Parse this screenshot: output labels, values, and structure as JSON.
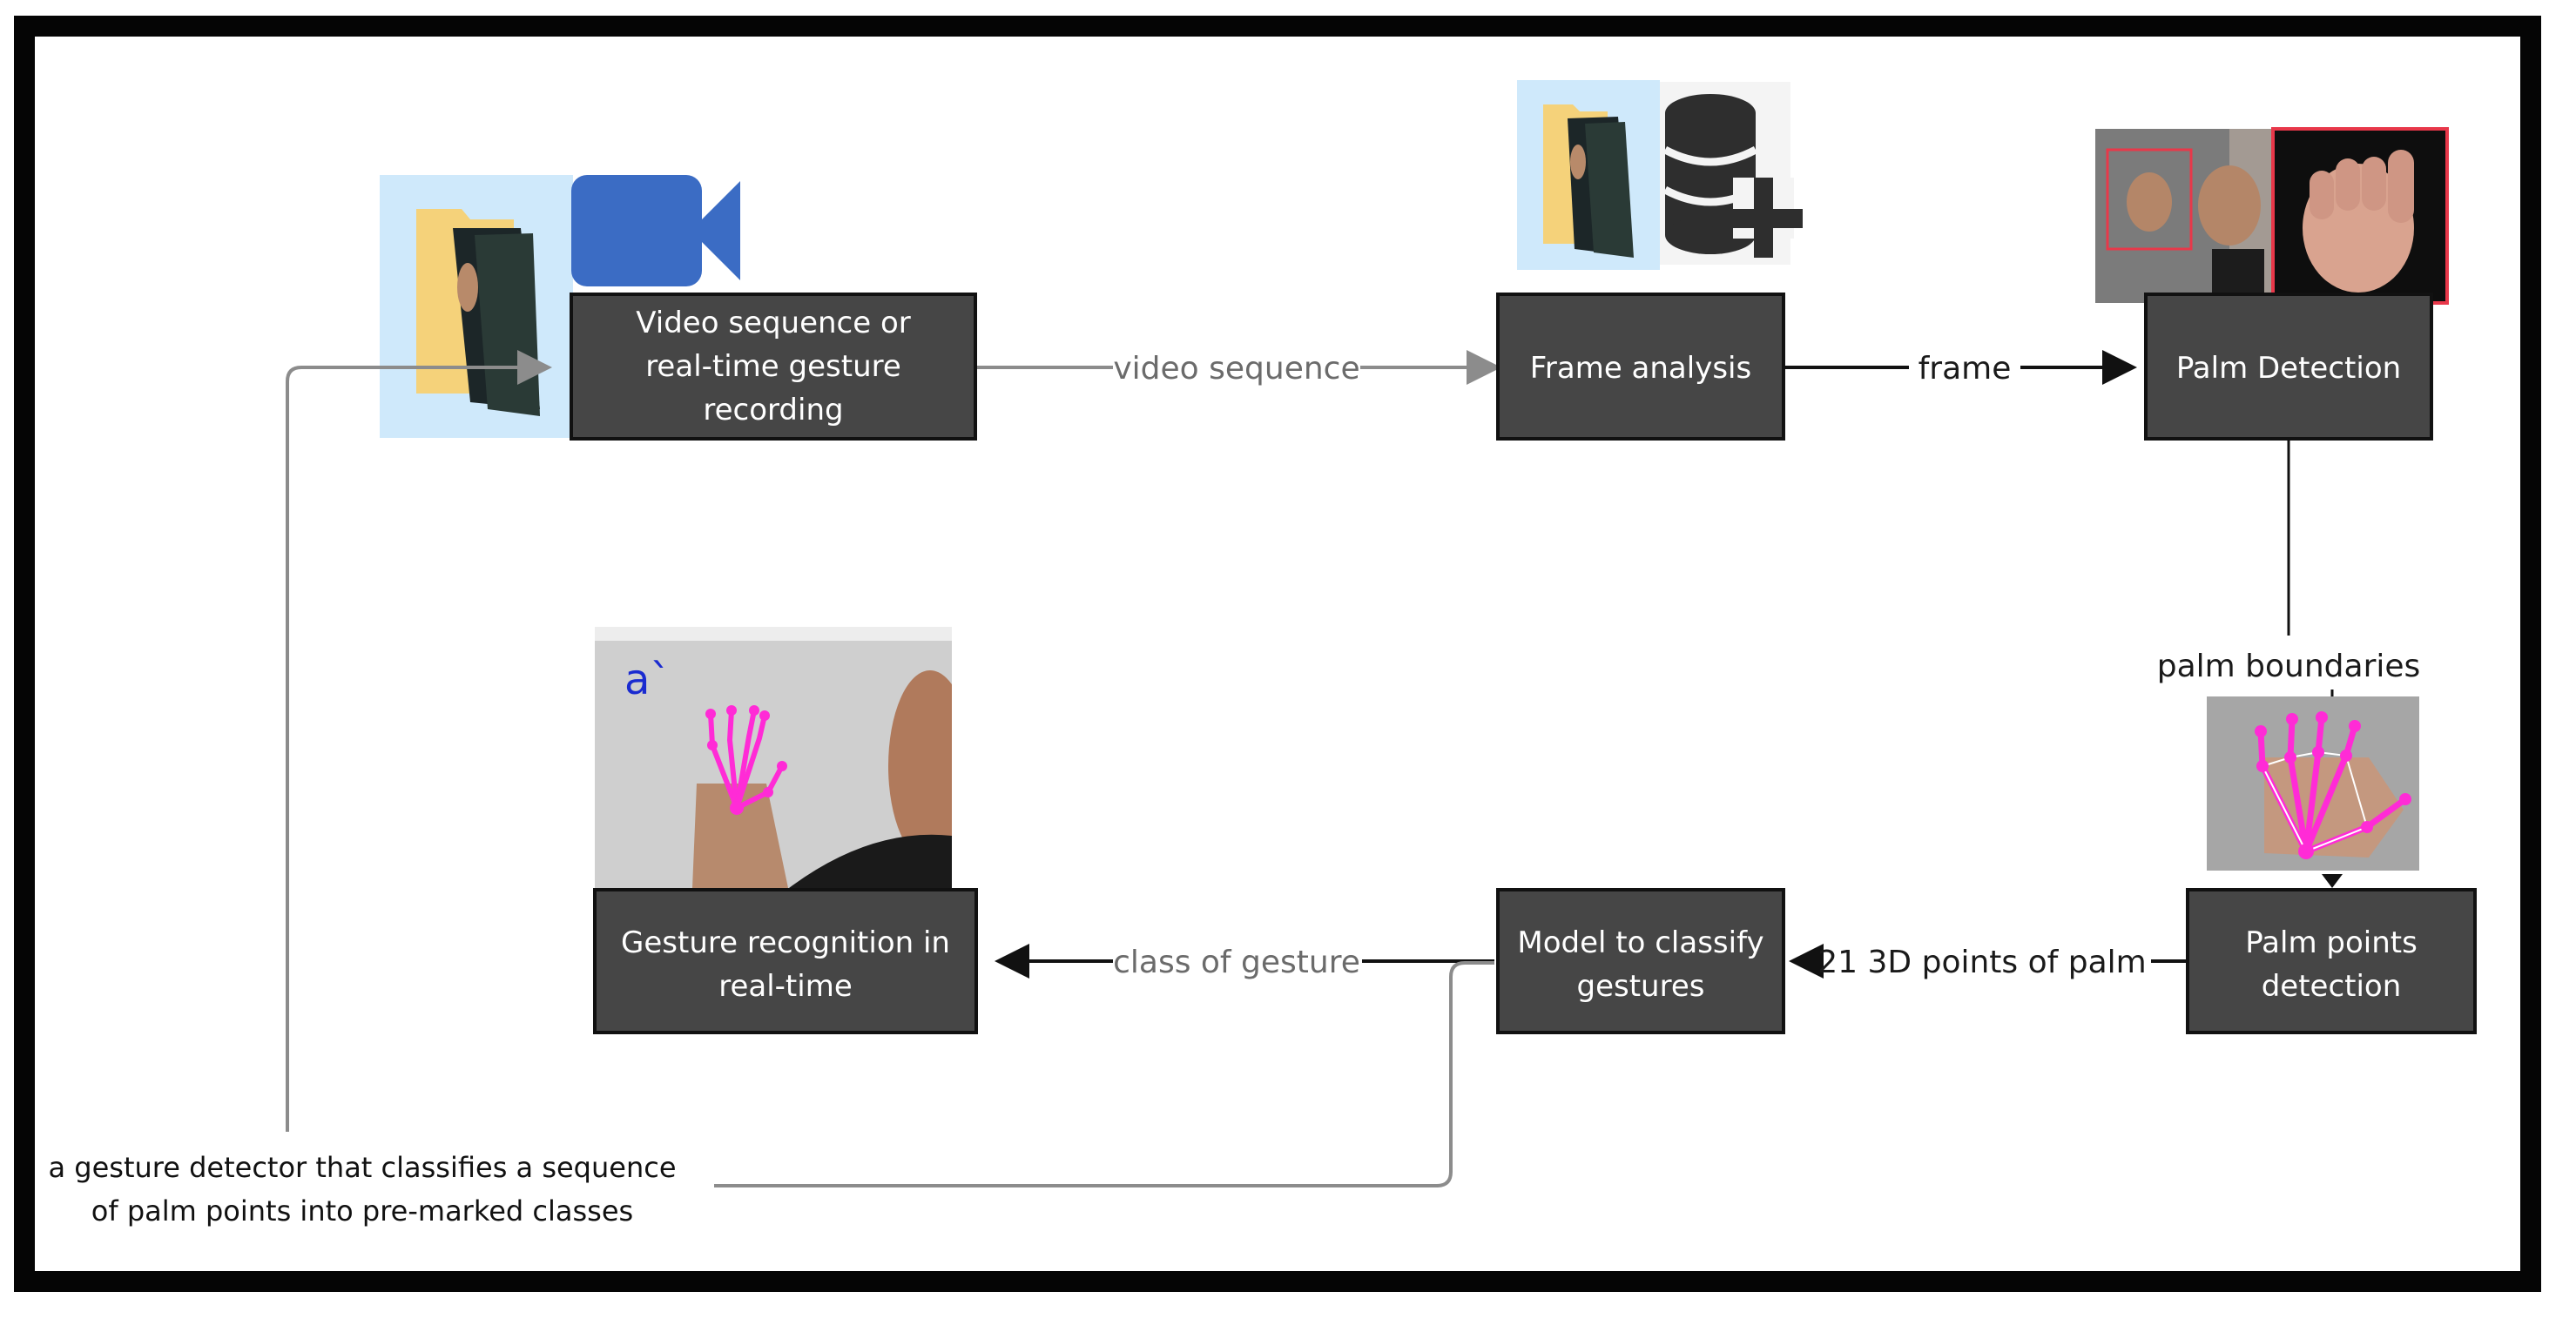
{
  "diagram": {
    "nodes": {
      "video_input": [
        "Video sequence or",
        "real-time gesture",
        "recording"
      ],
      "frame_analysis": [
        "Frame analysis"
      ],
      "palm_detection": [
        "Palm Detection"
      ],
      "palm_points": [
        "Palm points",
        "detection"
      ],
      "model_classify": [
        "Model to classify",
        "gestures"
      ],
      "recognition": [
        "Gesture recognition in",
        "real-time"
      ]
    },
    "edges": {
      "video_sequence": "video sequence",
      "frame": "frame",
      "palm_boundaries": "palm boundaries",
      "points_21": "21 3D points of palm",
      "class_of_gesture": "class of gesture"
    },
    "note": [
      "a gesture detector that classifies a sequence",
      "of palm points into pre-marked classes"
    ],
    "overlay_letter": "a`",
    "colors": {
      "box_fill": "#464646",
      "box_border": "#111111",
      "arrow_gray": "#8c8c8c",
      "arrow_black": "#111111",
      "camera_blue": "#3b6cc4",
      "folder_yellow": "#f5d27a",
      "folder_bg": "#cfe9fb",
      "landmark_magenta": "#ff2bd6",
      "bbox_red": "#e8384a"
    },
    "icons": [
      "folder-icon",
      "video-camera-icon",
      "database-add-icon"
    ]
  }
}
